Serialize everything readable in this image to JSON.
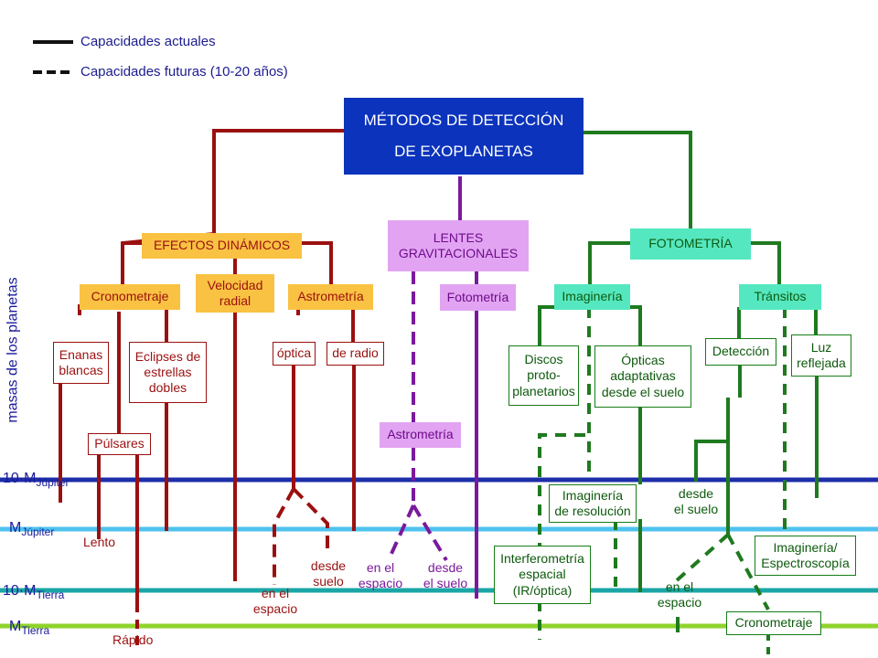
{
  "legend": {
    "current": "Capacidades actuales",
    "future": "Capacidades futuras (10-20 años)"
  },
  "title": "MÉTODOS DE DETECCIÓN\nDE EXOPLANETAS",
  "y_axis_label": "masas de los planetas",
  "mass_levels": {
    "ten_jupiter": {
      "base": "10·M",
      "sub": "Júpiter"
    },
    "jupiter": {
      "base": "M",
      "sub": "Júpiter"
    },
    "ten_earth": {
      "base": "10·M",
      "sub": "Tierra"
    },
    "earth": {
      "base": "M",
      "sub": "Tierra"
    }
  },
  "branches": {
    "dynamic": {
      "label": "EFECTOS DINÁMICOS",
      "timing": "Cronometraje",
      "white_dwarfs": "Enanas\nblancas",
      "eclipsing_binaries": "Eclipses de\nestrellas\ndobles",
      "pulsars": "Púlsares",
      "slow": "Lento",
      "fast": "Rápido",
      "radial_velocity": "Velocidad\nradial",
      "astrometry": "Astrometría",
      "optical": "óptica",
      "radio": "de radio",
      "astrometry_space": "en el\nespacio",
      "astrometry_ground": "desde\nsuelo"
    },
    "lensing": {
      "label": "LENTES\nGRAVITACIONALES",
      "photometry": "Fotometría",
      "astrometry": "Astrometría",
      "space": "en el\nespacio",
      "ground": "desde\nel suelo"
    },
    "photometry": {
      "label": "FOTOMETRÍA",
      "imaging": "Imaginería",
      "transits": "Tránsitos",
      "protoplanetary_disks": "Discos\nproto-\nplanetarios",
      "adaptive_optics": "Ópticas\nadaptativas\ndesde el suelo",
      "resolved_imaging": "Imaginería\nde resolución",
      "space_interferometry": "Interferometría\nespacial\n(IR/óptica)",
      "detection": "Detección",
      "reflected_light": "Luz\nreflejada",
      "from_ground": "desde\nel suelo",
      "in_space": "en el\nespacio",
      "imaging_spectroscopy": "Imaginería/\nEspectroscopía",
      "timing": "Cronometraje"
    }
  },
  "colors": {
    "dynamic": "#9b1010",
    "lensing": "#7a1a9c",
    "photometry": "#1f7a1f",
    "title_bg": "#0b33bc",
    "ten_jupiter_line": "#1c2ea8",
    "jupiter_line": "#4fc2ee",
    "ten_earth_line": "#1aa6a6",
    "earth_line": "#8fd32b"
  }
}
